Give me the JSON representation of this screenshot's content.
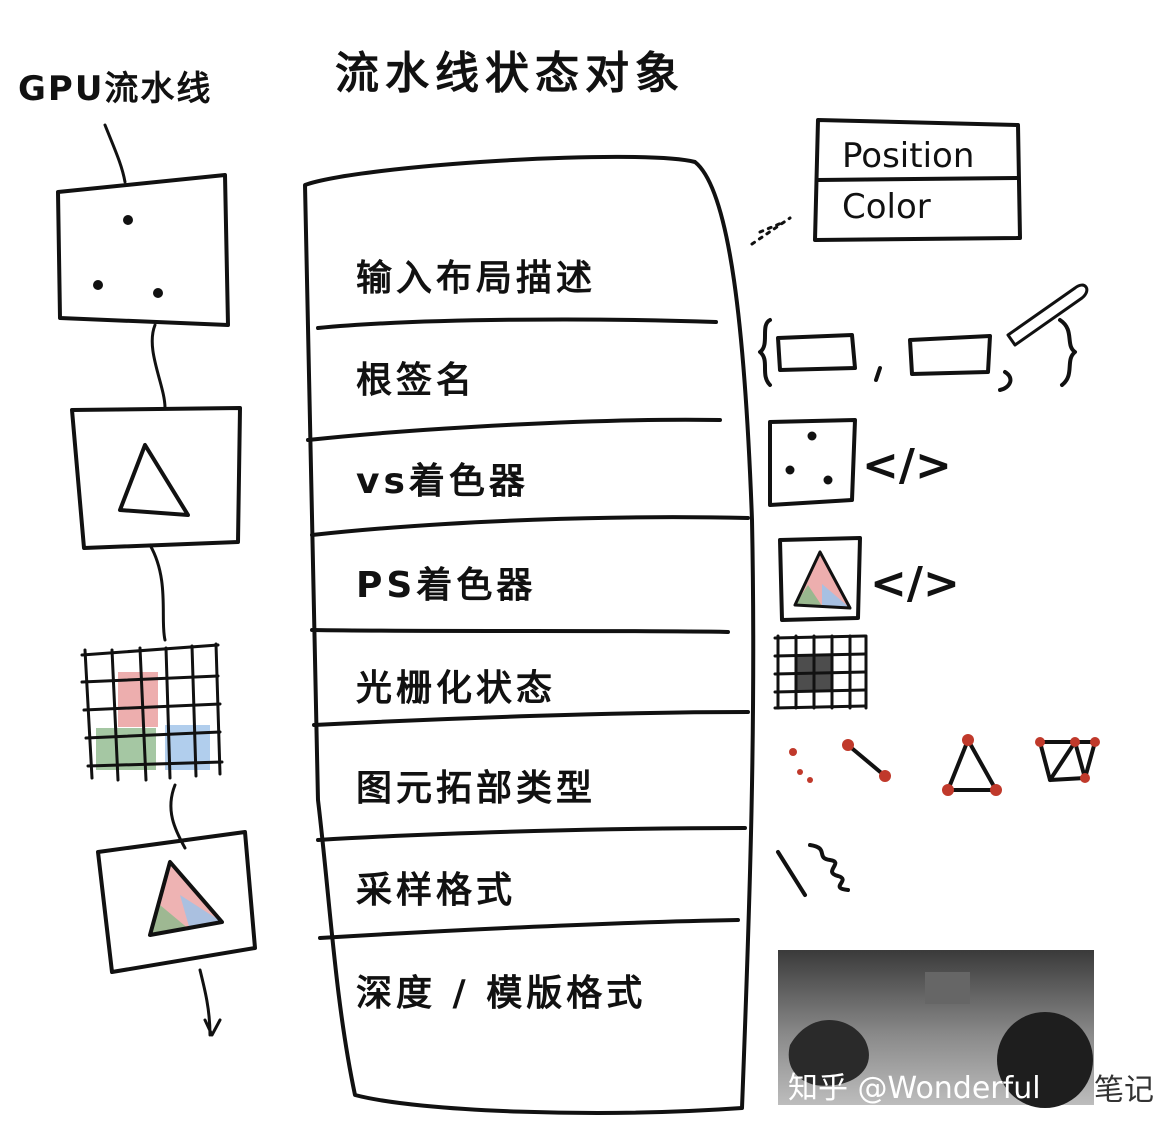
{
  "title": "流水线状态对象",
  "gpu_pipeline_label": "GPU流水线",
  "stack_items": [
    "输入布局描述",
    "根签名",
    "vs着色器",
    "PS着色器",
    "光栅化状态",
    "图元拓部类型",
    "采样格式",
    "深度 / 模版格式"
  ],
  "input_layout_legend": [
    "Position",
    "Color"
  ],
  "shader_code_glyph": "</>",
  "watermark": {
    "prefix": "知乎 @Wonderful",
    "suffix": "笔记"
  }
}
